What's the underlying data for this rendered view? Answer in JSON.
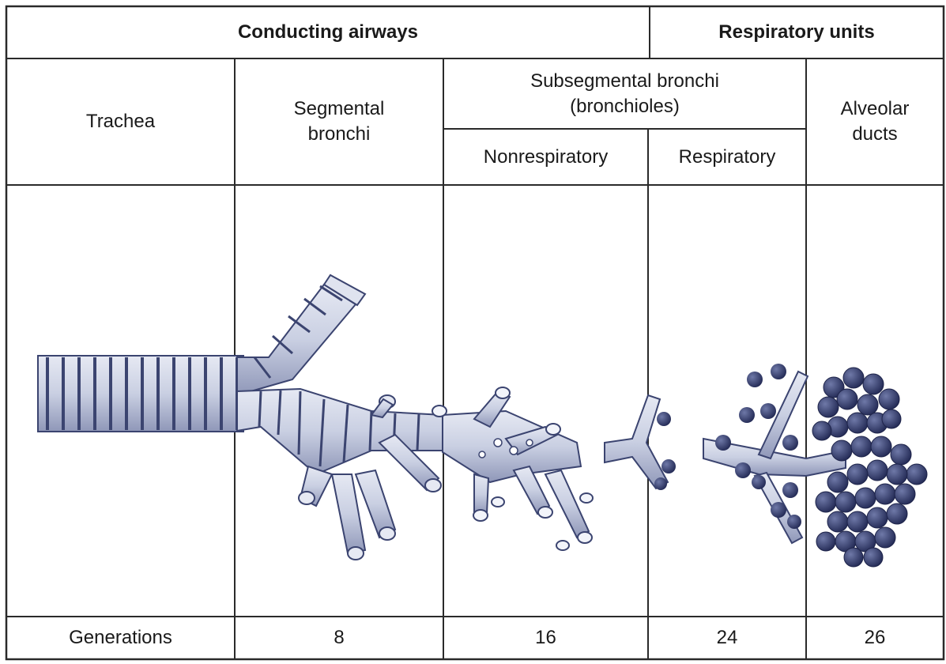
{
  "header": {
    "conducting": "Conducting airways",
    "respiratory_units": "Respiratory units"
  },
  "columns": {
    "trachea": "Trachea",
    "segmental": "Segmental\nbronchi",
    "subsegmental": "Subsegmental bronchi\n(bronchioles)",
    "nonrespiratory": "Nonrespiratory",
    "respiratory": "Respiratory",
    "alveolar": "Alveolar\nducts"
  },
  "generations": {
    "label": "Generations",
    "values": [
      "8",
      "16",
      "24",
      "26"
    ]
  },
  "colors": {
    "line": "#2a2a2a",
    "airway_fill": "#c9cfe2",
    "airway_dark": "#3b4470",
    "alveoli": "#2f3868"
  }
}
